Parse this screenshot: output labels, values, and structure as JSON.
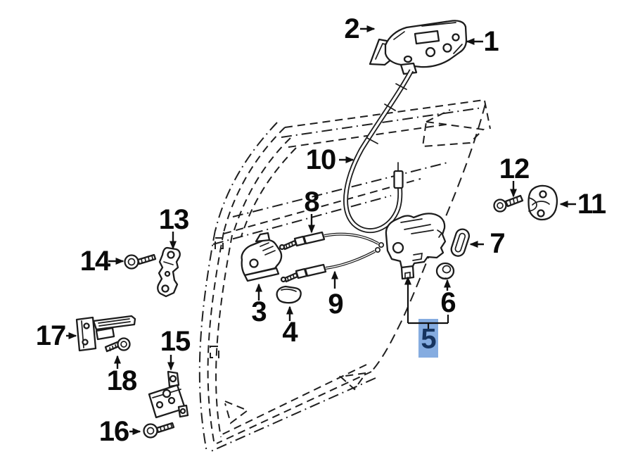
{
  "diagram": {
    "kind": "exploded-parts-diagram",
    "subject": "rear-door-lock-and-hardware",
    "background_color": "#ffffff",
    "line_color": "#1f1f1f",
    "highlight": {
      "callout": "5",
      "fill": "#85ace0",
      "text_color": "#16345f"
    },
    "callouts": [
      {
        "label": "1",
        "part": "inside-handle-assembly",
        "highlighted": false
      },
      {
        "label": "2",
        "part": "handle-bezel",
        "highlighted": false
      },
      {
        "label": "3",
        "part": "inside-handle-base",
        "highlighted": false
      },
      {
        "label": "4",
        "part": "handle-cover",
        "highlighted": false
      },
      {
        "label": "5",
        "part": "door-lock-actuator",
        "highlighted": true
      },
      {
        "label": "6",
        "part": "grommet",
        "highlighted": false
      },
      {
        "label": "7",
        "part": "oval-seal",
        "highlighted": false
      },
      {
        "label": "8",
        "part": "lock-control-cable",
        "highlighted": false
      },
      {
        "label": "9",
        "part": "handle-release-cable",
        "highlighted": false
      },
      {
        "label": "10",
        "part": "door-lock-cable",
        "highlighted": false
      },
      {
        "label": "11",
        "part": "striker-plate",
        "highlighted": false
      },
      {
        "label": "12",
        "part": "striker-screw",
        "highlighted": false
      },
      {
        "label": "13",
        "part": "upper-hinge",
        "highlighted": false
      },
      {
        "label": "14",
        "part": "upper-hinge-bolt",
        "highlighted": false
      },
      {
        "label": "15",
        "part": "lower-hinge",
        "highlighted": false
      },
      {
        "label": "16",
        "part": "lower-hinge-bolt",
        "highlighted": false
      },
      {
        "label": "17",
        "part": "door-check",
        "highlighted": false
      },
      {
        "label": "18",
        "part": "door-check-bolt",
        "highlighted": false
      }
    ]
  }
}
